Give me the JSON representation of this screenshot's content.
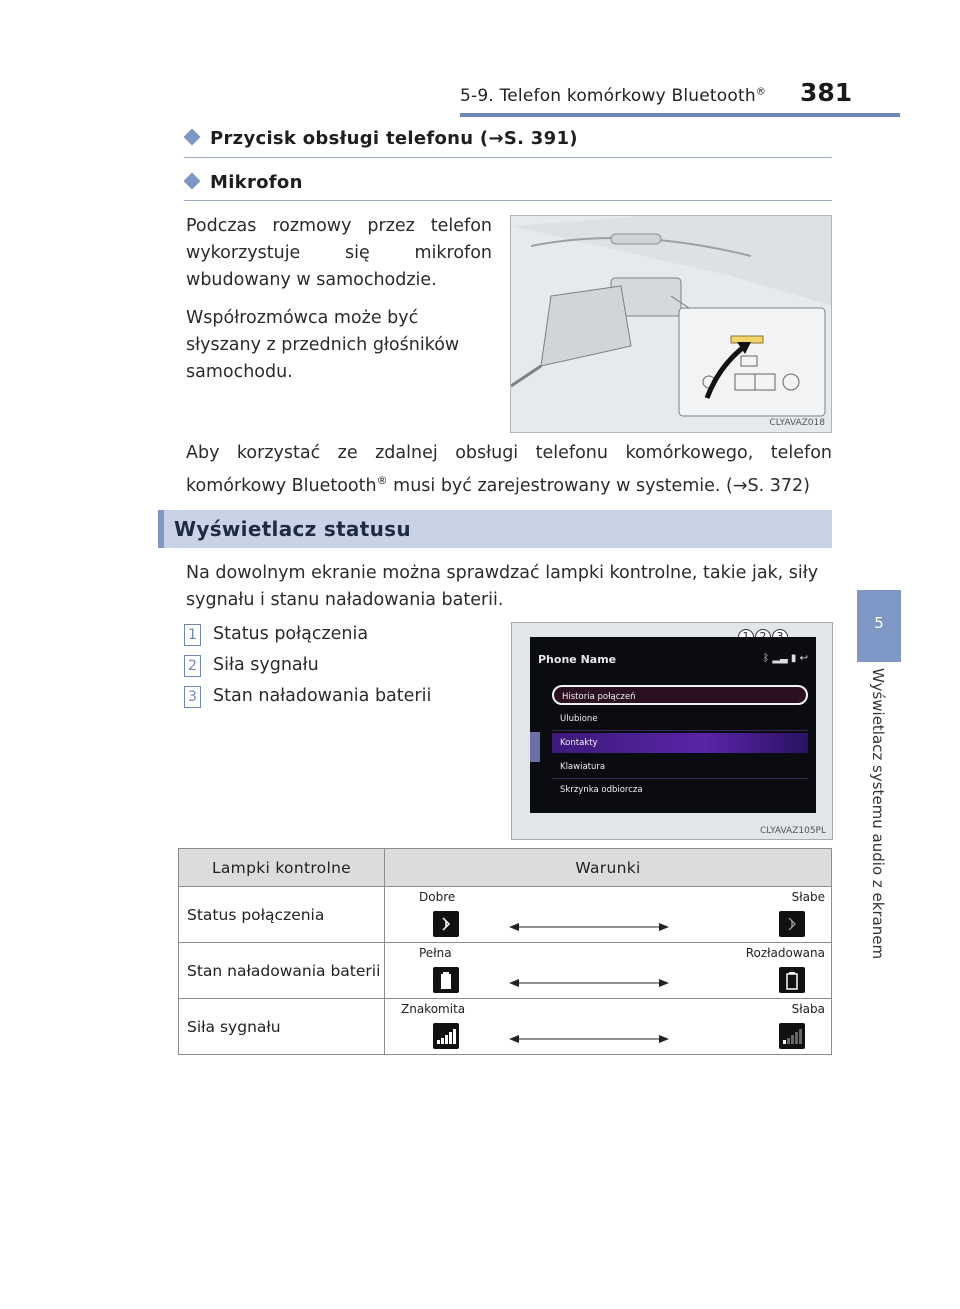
{
  "header": {
    "section_title": "5-9. Telefon komórkowy Bluetooth",
    "section_title_mark": "®",
    "page_number": "381"
  },
  "side_tab": {
    "chapter_number": "5",
    "chapter_title": "Wyświetlacz systemu audio z ekranem"
  },
  "bullets": [
    {
      "text": "Przycisk obsługi telefonu (→S. 391)"
    },
    {
      "text": "Mikrofon"
    }
  ],
  "mic_paragraphs": [
    "Podczas rozmowy przez telefon wykorzystuje się mikrofon wbudowany w samochodzie.",
    "Współrozmówca może być słyszany z przednich głośników samochodu."
  ],
  "figure_mic": {
    "code": "CLYAVAZ018"
  },
  "remote_para": {
    "part1": "Aby korzystać ze zdalnej obsługi telefonu komórkowego, telefon komórkowy Bluetooth",
    "mark": "®",
    "part2": " musi być zarejestrowany w systemie. (→S. 372)"
  },
  "status_section": {
    "title": "Wyświetlacz statusu",
    "intro": "Na dowolnym ekranie można sprawdzać lampki kontrolne, takie jak, siły sygnału i stanu naładowania baterii.",
    "items": [
      {
        "num": "1",
        "label": "Status połączenia"
      },
      {
        "num": "2",
        "label": "Siła sygnału"
      },
      {
        "num": "3",
        "label": "Stan naładowania baterii"
      }
    ]
  },
  "phone_screen": {
    "title": "Phone Name",
    "callouts": [
      "1",
      "2",
      "3"
    ],
    "menu": [
      {
        "label": "Historia połączeń",
        "state": "selected"
      },
      {
        "label": "Ulubione",
        "state": "normal"
      },
      {
        "label": "Kontakty",
        "state": "highlight"
      },
      {
        "label": "Klawiatura",
        "state": "normal"
      },
      {
        "label": "Skrzynka odbiorcza",
        "state": "normal"
      }
    ],
    "code": "CLYAVAZ105PL"
  },
  "table": {
    "headers": [
      "Lampki kontrolne",
      "Warunki"
    ],
    "rows": [
      {
        "name": "Status połączenia",
        "left": "Dobre",
        "right": "Słabe",
        "icon": "bluetooth-icon"
      },
      {
        "name": "Stan naładowania baterii",
        "left": "Pełna",
        "right": "Rozładowana",
        "icon": "battery-icon"
      },
      {
        "name": "Siła sygnału",
        "left": "Znakomita",
        "right": "Słaba",
        "icon": "signal-icon"
      }
    ]
  },
  "colors": {
    "accent": "#7e97c4",
    "banner": "#c9d3e6",
    "rule": "#6b87b8"
  }
}
